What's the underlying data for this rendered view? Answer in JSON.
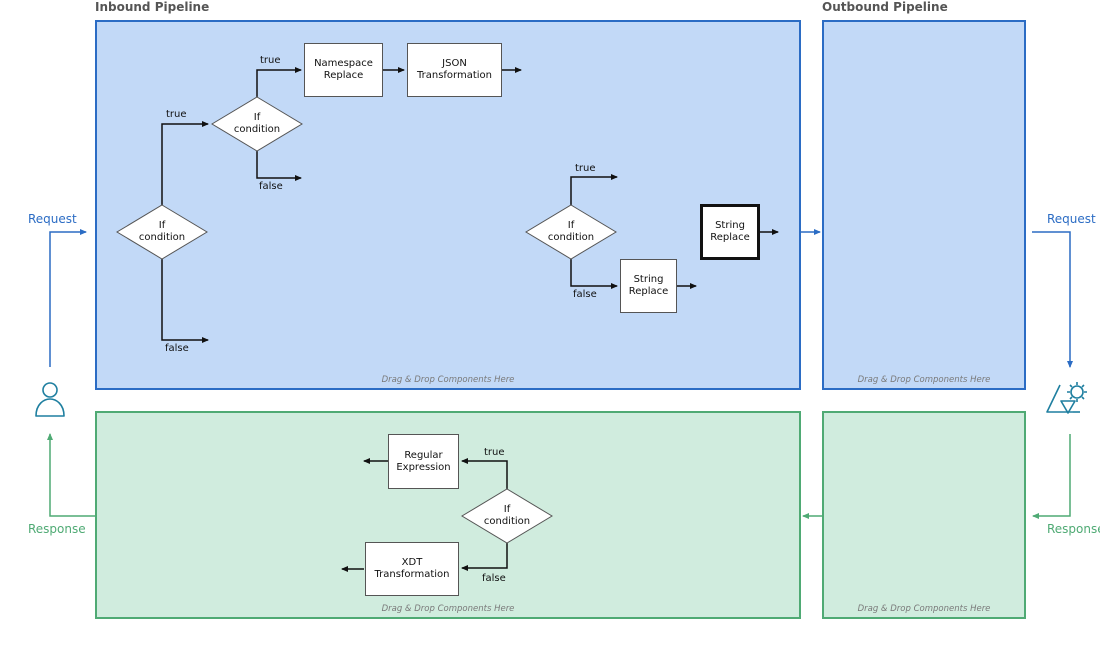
{
  "inbound_title": "Inbound Pipeline",
  "outbound_title": "Outbound Pipeline",
  "dnd_hint": "Drag & Drop Components Here",
  "left_request": "Request",
  "left_response": "Response",
  "right_request": "Request",
  "right_response": "Response",
  "condition_label": "If\ncondition",
  "true_label": "true",
  "false_label": "false",
  "components": {
    "namespace_replace": "Namespace\nReplace",
    "json_transformation": "JSON\nTransformation",
    "string_replace_lower": "String\nReplace",
    "string_replace_selected": "String\nReplace",
    "regular_expression": "Regular\nExpression",
    "xdt_transformation": "XDT\nTransformation"
  },
  "colors": {
    "inbound_fill": "#c2d9f7",
    "inbound_border": "#2b6cc4",
    "outbound_fill": "#d0ecde",
    "outbound_border": "#4faa74"
  },
  "icons": {
    "client": "person-icon",
    "backend": "api-gear-icon"
  }
}
